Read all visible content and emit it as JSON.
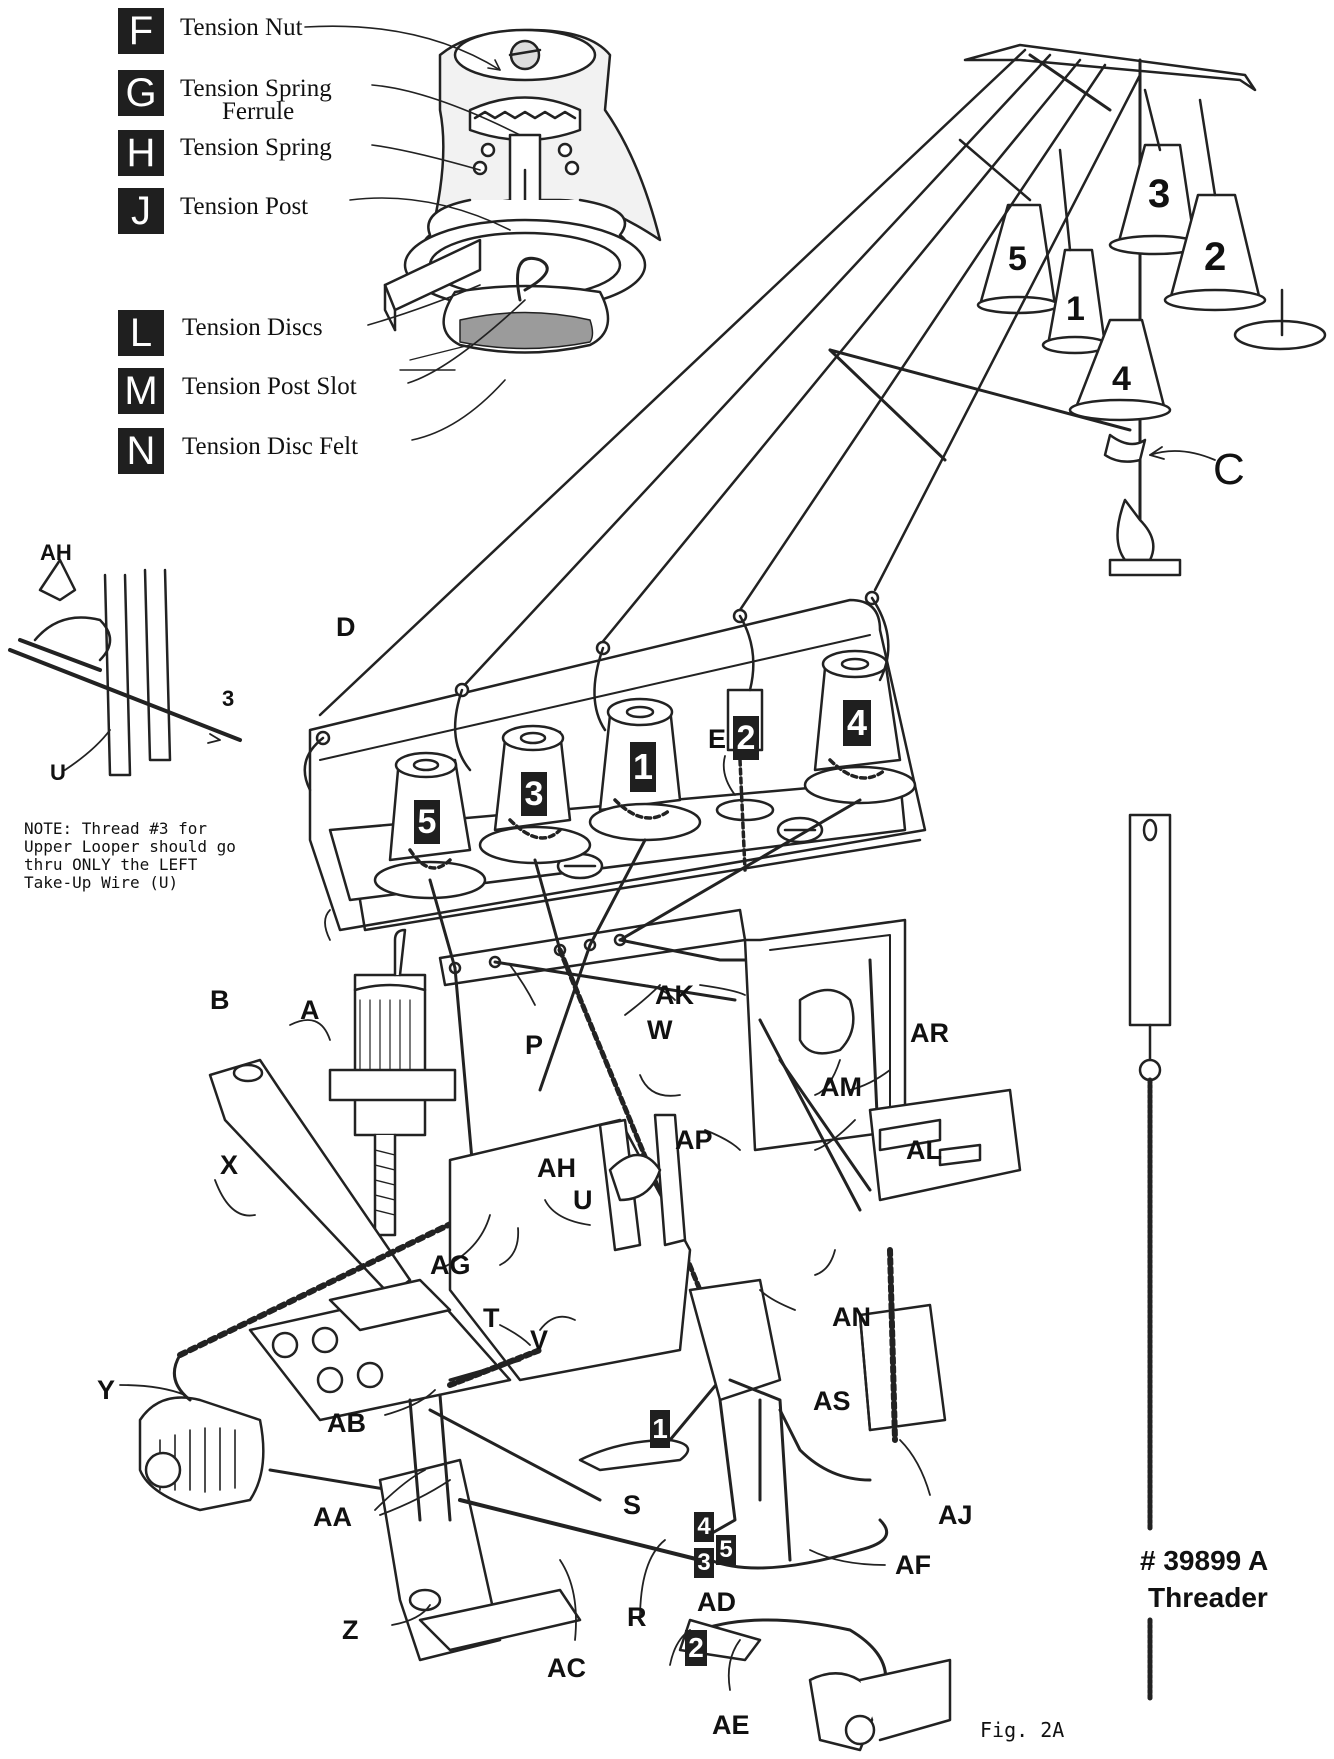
{
  "legend": [
    {
      "letter": "F",
      "text": "Tension Nut"
    },
    {
      "letter": "G",
      "text": "Tension Spring",
      "text2": "Ferrule"
    },
    {
      "letter": "H",
      "text": "Tension Spring"
    },
    {
      "letter": "J",
      "text": "Tension Post"
    },
    {
      "letter": "L",
      "text": "Tension Discs"
    },
    {
      "letter": "M",
      "text": "Tension Post Slot"
    },
    {
      "letter": "N",
      "text": "Tension Disc Felt"
    }
  ],
  "note": "NOTE: Thread #3 for\nUpper Looper should go\nthru ONLY the LEFT\nTake-Up Wire (U)",
  "inset_labels": {
    "ah": "AH",
    "u": "U",
    "three": "3"
  },
  "labels": {
    "A": "A",
    "B": "B",
    "C": "C",
    "D": "D",
    "E": "E",
    "P": "P",
    "W": "W",
    "AK": "AK",
    "AR": "AR",
    "AM": "AM",
    "AP": "AP",
    "AL": "AL",
    "AH": "AH",
    "U": "U",
    "X": "X",
    "AG": "AG",
    "T": "T",
    "V": "V",
    "AN": "AN",
    "AS": "AS",
    "Y": "Y",
    "AB": "AB",
    "AA": "AA",
    "Z": "Z",
    "AC": "AC",
    "S": "S",
    "R": "R",
    "AD": "AD",
    "AF": "AF",
    "AJ": "AJ",
    "AE": "AE"
  },
  "spool_numbers": [
    "5",
    "1",
    "4",
    "3",
    "2"
  ],
  "cone_numbers": [
    "5",
    "3",
    "1",
    "2",
    "4"
  ],
  "path_numbers": {
    "one": "1",
    "four": "4",
    "five": "5",
    "three": "3",
    "two": "2"
  },
  "threader": {
    "number": "# 39899 A",
    "label": "Threader"
  },
  "figure_caption": "Fig. 2A"
}
